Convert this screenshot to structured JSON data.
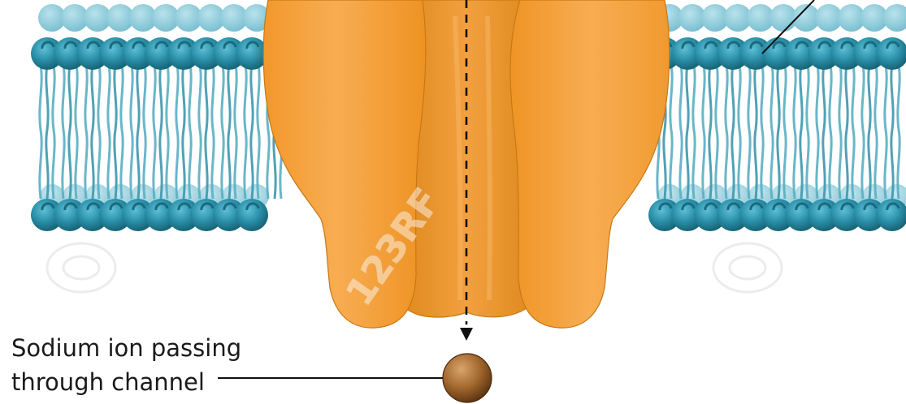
{
  "caption": {
    "line1": "Sodium ion passing",
    "line2": "through channel"
  },
  "watermark": {
    "text": "123RF"
  },
  "colors": {
    "protein_light": "#f7a442",
    "protein_mid": "#f39a2e",
    "protein_dark": "#d98517",
    "lipid_head": "#2a8fa8",
    "lipid_head_dark": "#1b7088",
    "lipid_tail": "#4fa6bb",
    "ion_light": "#c48a4e",
    "ion_dark": "#6b3f18"
  },
  "icons": [
    "lipid-bilayer",
    "ion-channel-protein",
    "sodium-ion",
    "arrow-down-icon"
  ]
}
